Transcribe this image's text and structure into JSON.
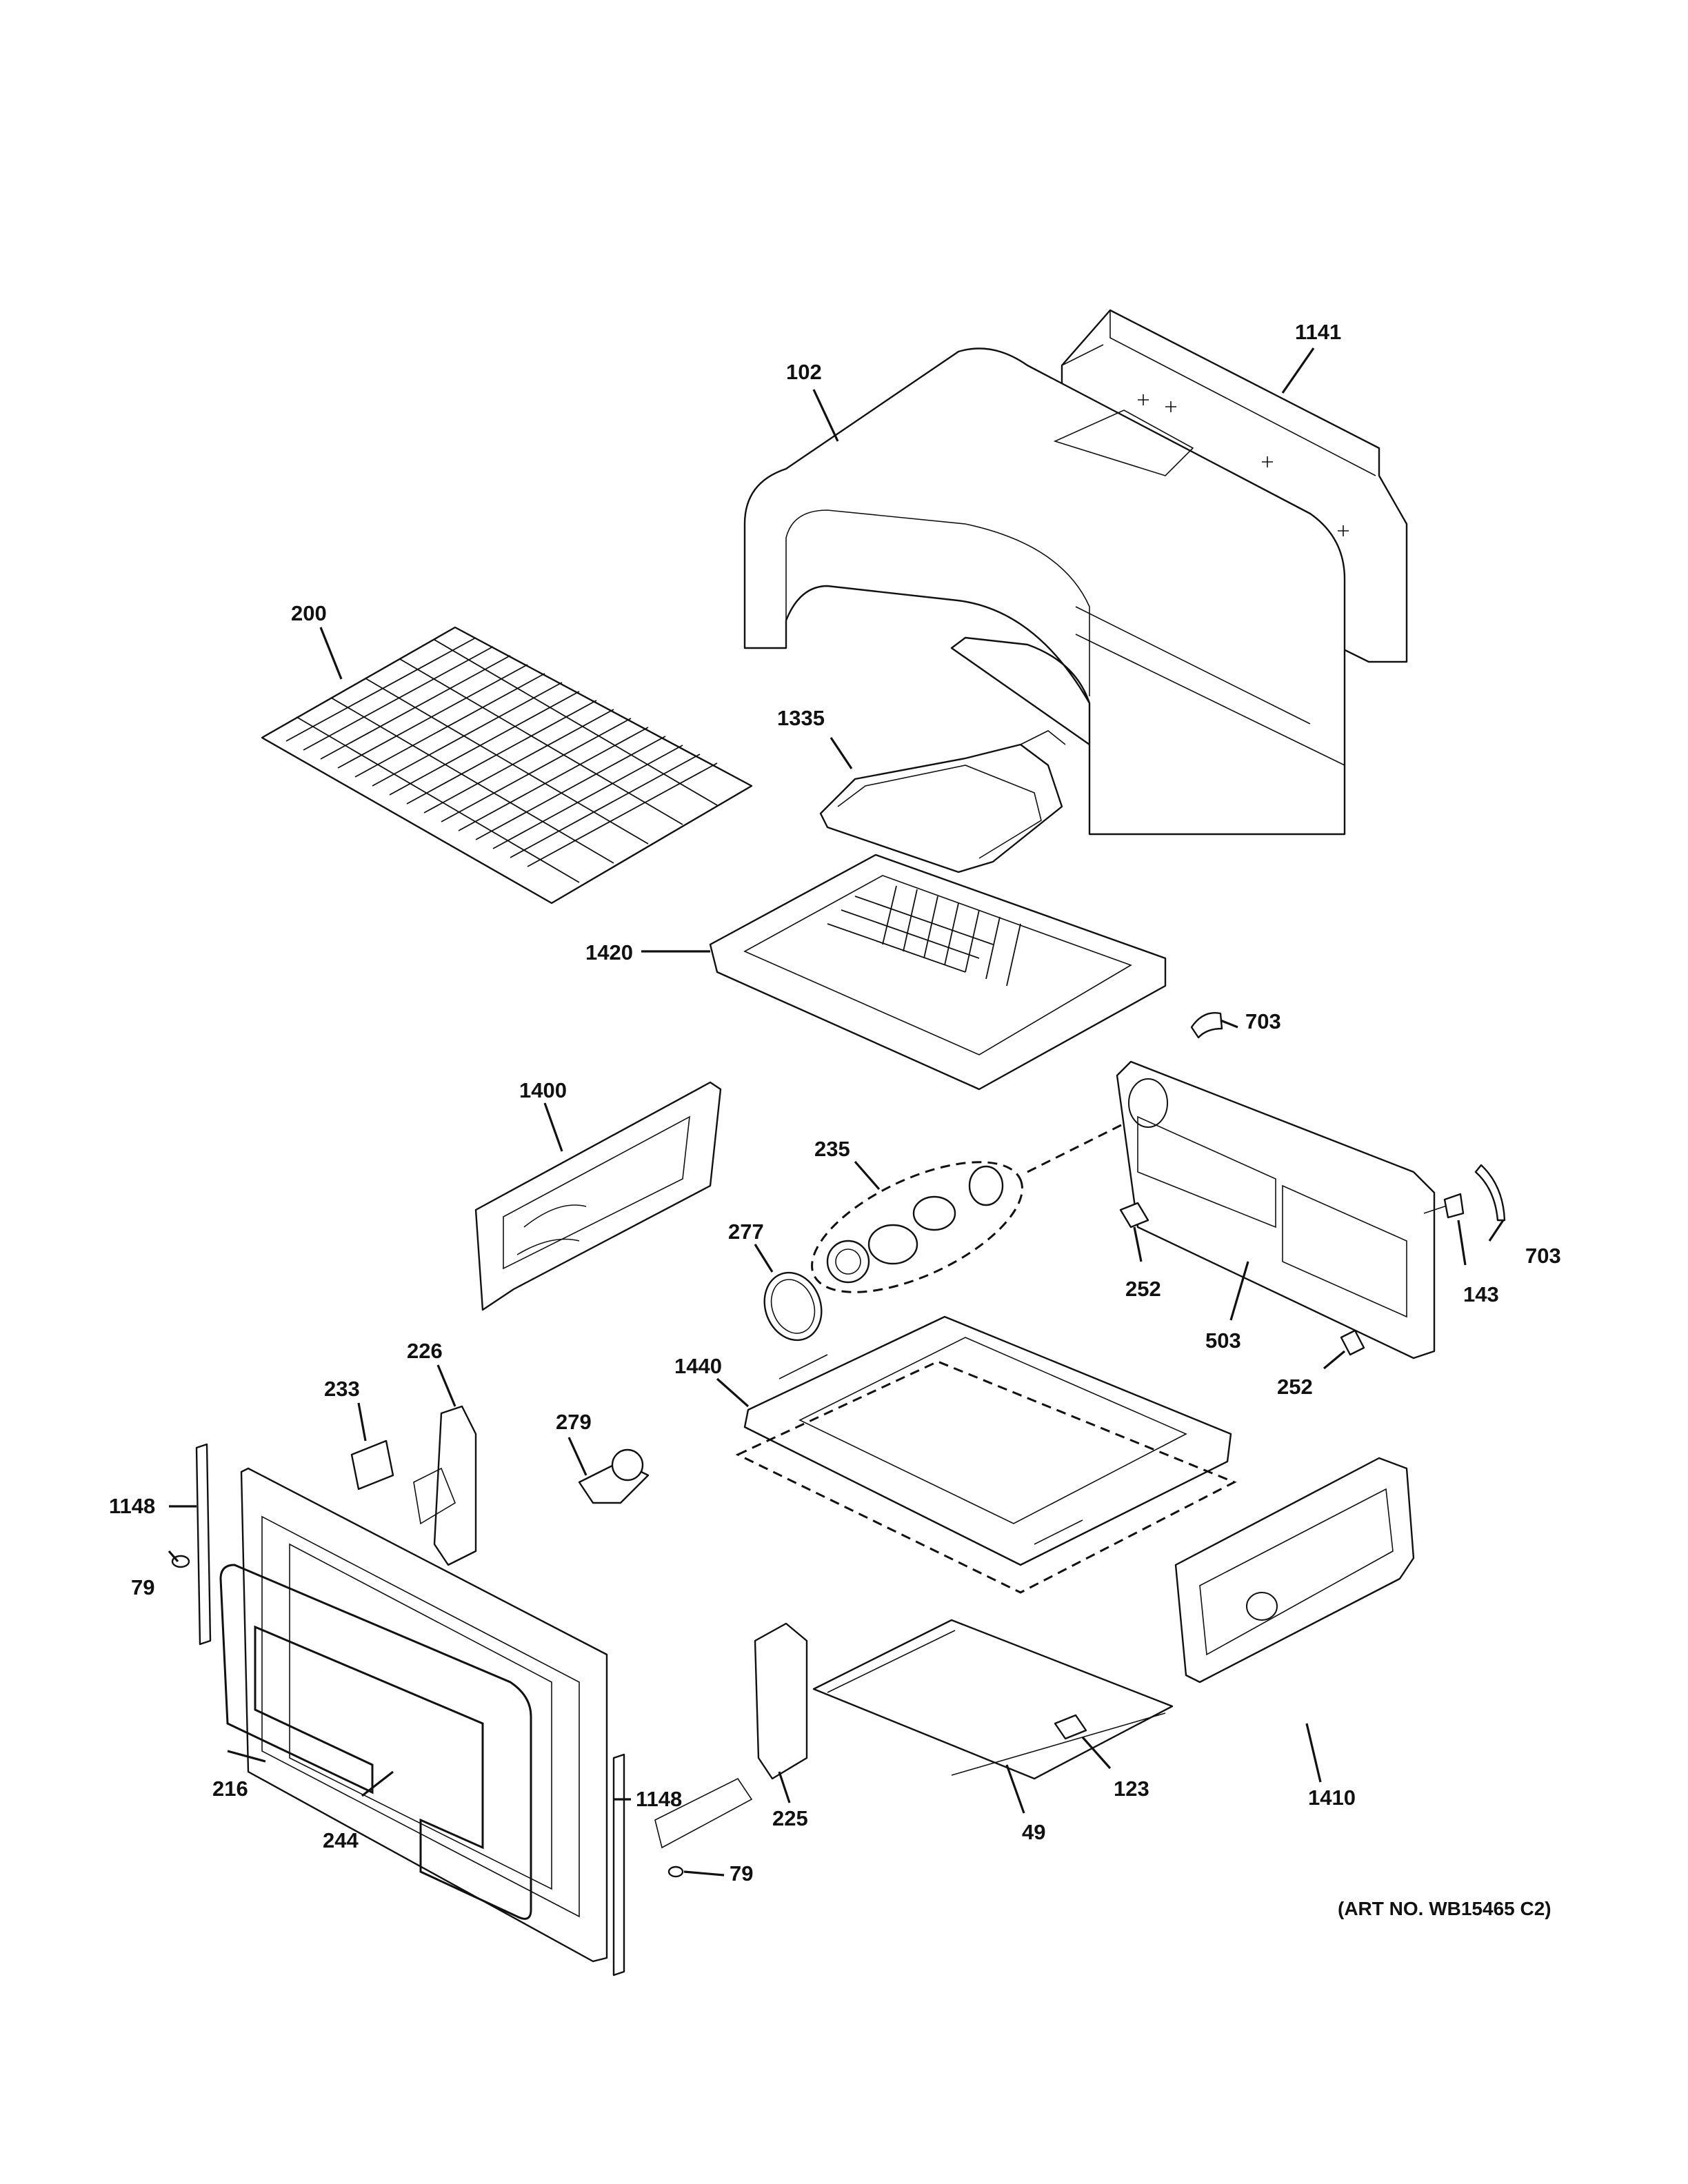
{
  "diagram": {
    "art_number": "(ART NO. WB15465 C2)",
    "labels": {
      "p102": "102",
      "p1141": "1141",
      "p200": "200",
      "p1335": "1335",
      "p1420": "1420",
      "p703a": "703",
      "p703b": "703",
      "p1400": "1400",
      "p235": "235",
      "p277": "277",
      "p252a": "252",
      "p252b": "252",
      "p503": "503",
      "p143": "143",
      "p1440": "1440",
      "p226": "226",
      "p233": "233",
      "p279": "279",
      "p1148a": "1148",
      "p79a": "79",
      "p1148b": "1148",
      "p216": "216",
      "p244": "244",
      "p79b": "79",
      "p225": "225",
      "p49": "49",
      "p123": "123",
      "p1410": "1410"
    }
  }
}
